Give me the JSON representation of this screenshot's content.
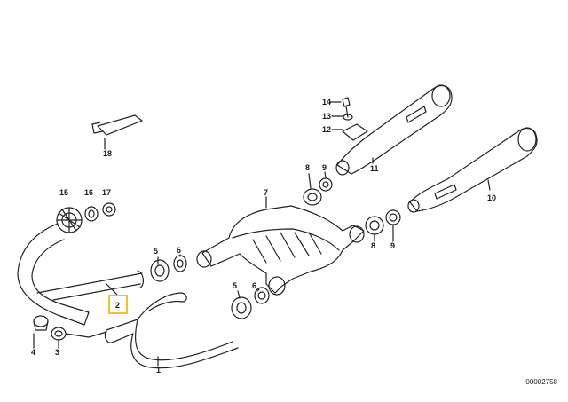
{
  "labels": {
    "p1": "1",
    "p2": "2",
    "p3": "3",
    "p4": "4",
    "p5a": "5",
    "p5b": "5",
    "p6a": "6",
    "p6b": "6",
    "p7": "7",
    "p8a": "8",
    "p8b": "8",
    "p9a": "9",
    "p9b": "9",
    "p10": "10",
    "p11": "11",
    "p12": "12",
    "p13": "13",
    "p14": "14",
    "p15": "15",
    "p16": "16",
    "p17": "17",
    "p18": "18"
  },
  "drawing_code": "00002758",
  "colors": {
    "highlight": "#f2c12e",
    "line": "#222222"
  }
}
